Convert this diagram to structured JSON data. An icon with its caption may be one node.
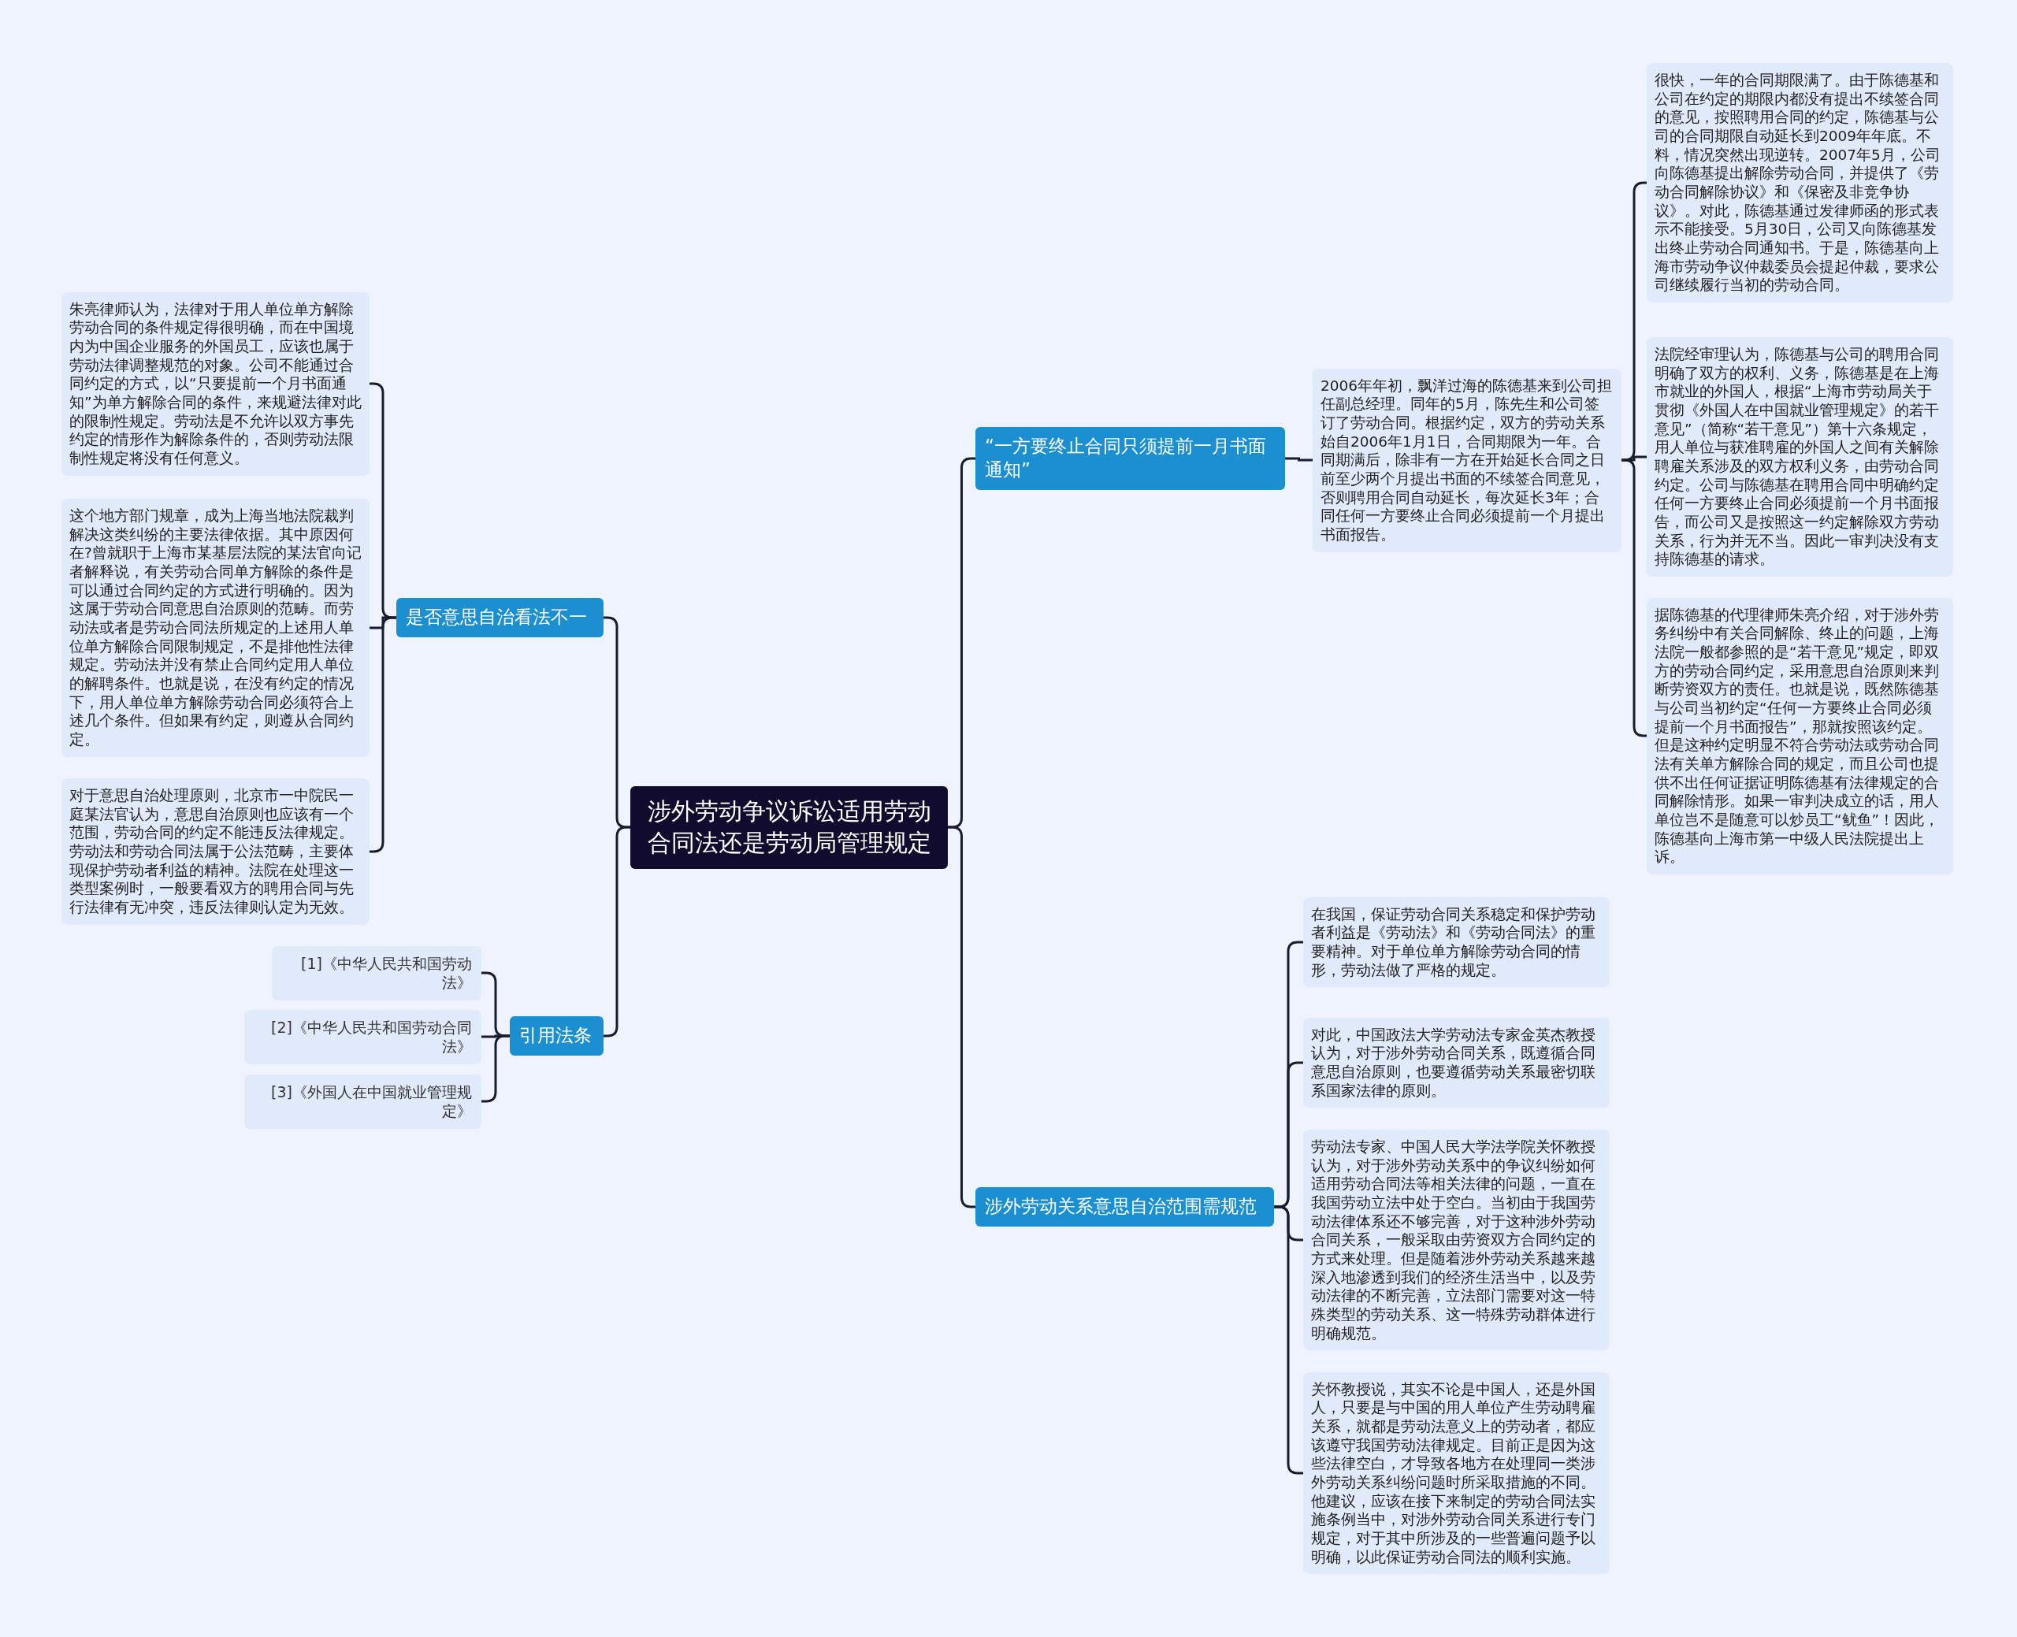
{
  "diagram": {
    "nodes": [
      {
        "text": [
          "涉外劳动争议诉讼适用劳动合同法还是劳动局管理规定"
        ]
      },
      {
        "text": [
          "是否意思自治看法不一"
        ]
      },
      {
        "text": [
          "朱亮律师认为，法律对于用人单位单方解除劳动合同的条件规定得很明确，而在中国境内为中国企业服务的外国员工，应该也属于劳动法律调整规范的对象。公司不能通过合同约定的方式，以“只要提前一个月书面通知”为单方解除合同的条件，来规避法律对此的限制性规定。劳动法是不允许以双方事先约定的情形作为解除条件的，否则劳动法限制性规定将没有任何意义。"
        ]
      },
      {
        "text": [
          "这个地方部门规章，成为上海当地法院裁判解决这类纠纷的主要法律依据。其中原因何在?曾就职于上海市某基层法院的某法官向记者解释说，有关劳动合同单方解除的条件是可以通过合同约定的方式进行明确的。因为这属于劳动合同意思自治原则的范畴。而劳动法或者是劳动合同法所规定的上述用人单位单方解除合同限制规定，不是排他性法律规定。劳动法并没有禁止合同约定用人单位的解聘条件。也就是说，在没有约定的情况下，用人单位单方解除劳动合同必须符合上述几个条件。但如果有约定，则遵从合同约定。"
        ]
      },
      {
        "text": [
          "对于意思自治处理原则，北京市一中院民一庭某法官认为，意思自治原则也应该有一个范围，劳动合同的约定不能违反法律规定。劳动法和劳动合同法属于公法范畴，主要体现保护劳动者利益的精神。法院在处理这一类型案例时，一般要看双方的聘用合同与先行法律有无冲突，违反法律则认定为无效。"
        ]
      },
      {
        "text": [
          "引用法条"
        ]
      },
      {
        "text": [
          "[1]《中华人民共和国劳动法》"
        ]
      },
      {
        "text": [
          "[2]《中华人民共和国劳动合同法》"
        ]
      },
      {
        "text": [
          "[3]《外国人在中国就业管理规定》"
        ]
      },
      {
        "text": [
          "“一方要终止合同只须提前一月书面通知”"
        ]
      },
      {
        "text": [
          "2006年年初，飘洋过海的陈德基来到公司担任副总经理。同年的5月，陈先生和公司签订了劳动合同。根据约定，双方的劳动关系始自2006年1月1日，合同期限为一年。合同期满后，除非有一方在开始延长合同之日前至少两个月提出书面的不续签合同意见，否则聘用合同自动延长，每次延长3年；合同任何一方要终止合同必须提前一个月提出书面报告。"
        ]
      },
      {
        "text": [
          "很快，一年的合同期限满了。由于陈德基和公司在约定的期限内都没有提出不续签合同的意见，按照聘用合同的约定，陈德基与公司的合同期限自动延长到2009年年底。不料，情况突然出现逆转。2007年5月，公司向陈德基提出解除劳动合同，并提供了《劳动合同解除协议》和《保密及非竞争协议》。对此，陈德基通过发律师函的形式表示不能接受。5月30日，公司又向陈德基发出终止劳动合同通知书。于是，陈德基向上海市劳动争议仲裁委员会提起仲裁，要求公司继续履行当初的劳动合同。"
        ]
      },
      {
        "text": [
          "法院经审理认为，陈德基与公司的聘用合同明确了双方的权利、义务，陈德基是在上海市就业的外国人，根据“上海市劳动局关于贯彻《外国人在中国就业管理规定》的若干意见”（简称“若干意见”）第十六条规定，用人单位与获准聘雇的外国人之间有关解除聘雇关系涉及的双方权利义务，由劳动合同约定。公司与陈德基在聘用合同中明确约定任何一方要终止合同必须提前一个月书面报告，而公司又是按照这一约定解除双方劳动关系，行为并无不当。因此一审判决没有支持陈德基的请求。"
        ]
      },
      {
        "text": [
          "据陈德基的代理律师朱亮介绍，对于涉外劳务纠纷中有关合同解除、终止的问题，上海法院一般都参照的是“若干意见”规定，即双方的劳动合同约定，采用意思自治原则来判断劳资双方的责任。也就是说，既然陈德基与公司当初约定“任何一方要终止合同必须提前一个月书面报告”，那就按照该约定。但是这种约定明显不符合劳动法或劳动合同法有关单方解除合同的规定，而且公司也提供不出任何证据证明陈德基有法律规定的合同解除情形。如果一审判决成立的话，用人单位岂不是随意可以炒员工“鱿鱼”！因此，陈德基向上海市第一中级人民法院提出上诉。"
        ]
      },
      {
        "text": [
          "涉外劳动关系意思自治范围需规范"
        ]
      },
      {
        "text": [
          "在我国，保证劳动合同关系稳定和保护劳动者利益是《劳动法》和《劳动合同法》的重要精神。对于单位单方解除劳动合同的情形，劳动法做了严格的规定。"
        ]
      },
      {
        "text": [
          "对此，中国政法大学劳动法专家金英杰教授认为，对于涉外劳动合同关系，既遵循合同意思自治原则，也要遵循劳动关系最密切联系国家法律的原则。"
        ]
      },
      {
        "text": [
          "劳动法专家、中国人民大学法学院关怀教授认为，对于涉外劳动关系中的争议纠纷如何适用劳动合同法等相关法律的问题，一直在我国劳动立法中处于空白。当初由于我国劳动法律体系还不够完善，对于这种涉外劳动合同关系，一般采取由劳资双方合同约定的方式来处理。但是随着涉外劳动关系越来越深入地渗透到我们的经济生活当中，以及劳动法律的不断完善，立法部门需要对这一特殊类型的劳动关系、这一特殊劳动群体进行明确规范。"
        ]
      },
      {
        "text": [
          "关怀教授说，其实不论是中国人，还是外国人，只要是与中国的用人单位产生劳动聘雇关系，就都是劳动法意义上的劳动者，都应该遵守我国劳动法律规定。目前正是因为这些法律空白，才导致各地方在处理同一类涉外劳动关系纠纷问题时所采取措施的不同。他建议，应该在接下来制定的劳动合同法实施条例当中，对涉外劳动合同关系进行专门规定，对于其中所涉及的一些普遍问题予以明确，以此保证劳动合同法的顺利实施。"
        ]
      }
    ],
    "edges": [
      {
        "from": 0,
        "to": 1,
        "arrow": "none"
      },
      {
        "from": 0,
        "to": 5,
        "arrow": "none"
      },
      {
        "from": 0,
        "to": 9,
        "arrow": "none"
      },
      {
        "from": 0,
        "to": 14,
        "arrow": "none"
      },
      {
        "from": 1,
        "to": 2,
        "arrow": "none"
      },
      {
        "from": 1,
        "to": 3,
        "arrow": "none"
      },
      {
        "from": 1,
        "to": 4,
        "arrow": "none"
      },
      {
        "from": 5,
        "to": 6,
        "arrow": "none"
      },
      {
        "from": 5,
        "to": 7,
        "arrow": "none"
      },
      {
        "from": 5,
        "to": 8,
        "arrow": "none"
      },
      {
        "from": 9,
        "to": 10,
        "arrow": "none"
      },
      {
        "from": 10,
        "to": 11,
        "arrow": "none"
      },
      {
        "from": 10,
        "to": 12,
        "arrow": "none"
      },
      {
        "from": 10,
        "to": 13,
        "arrow": "none"
      },
      {
        "from": 14,
        "to": 15,
        "arrow": "none"
      },
      {
        "from": 14,
        "to": 16,
        "arrow": "none"
      },
      {
        "from": 14,
        "to": 17,
        "arrow": "none"
      },
      {
        "from": 14,
        "to": 18,
        "arrow": "none"
      }
    ]
  }
}
